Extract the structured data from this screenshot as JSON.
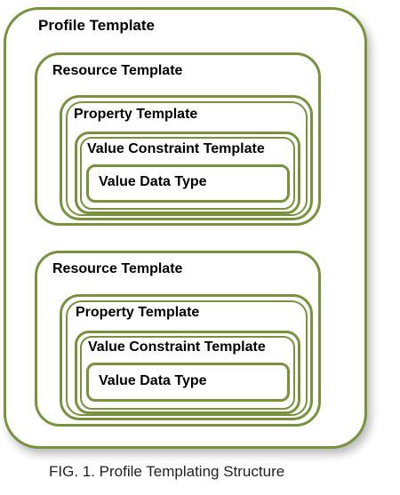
{
  "colors": {
    "border": "#77933c",
    "background": "#ffffff",
    "text": "#000000"
  },
  "profile": {
    "label": "Profile Template",
    "resources": [
      {
        "label": "Resource Template",
        "property": {
          "label": "Property Template",
          "constraint": {
            "label": "Value Constraint Template",
            "datatype": {
              "label": "Value Data Type"
            }
          }
        }
      },
      {
        "label": "Resource Template",
        "property": {
          "label": "Property Template",
          "constraint": {
            "label": "Value Constraint Template",
            "datatype": {
              "label": "Value Data Type"
            }
          }
        }
      }
    ]
  },
  "caption": "FIG. 1. Profile Templating Structure"
}
